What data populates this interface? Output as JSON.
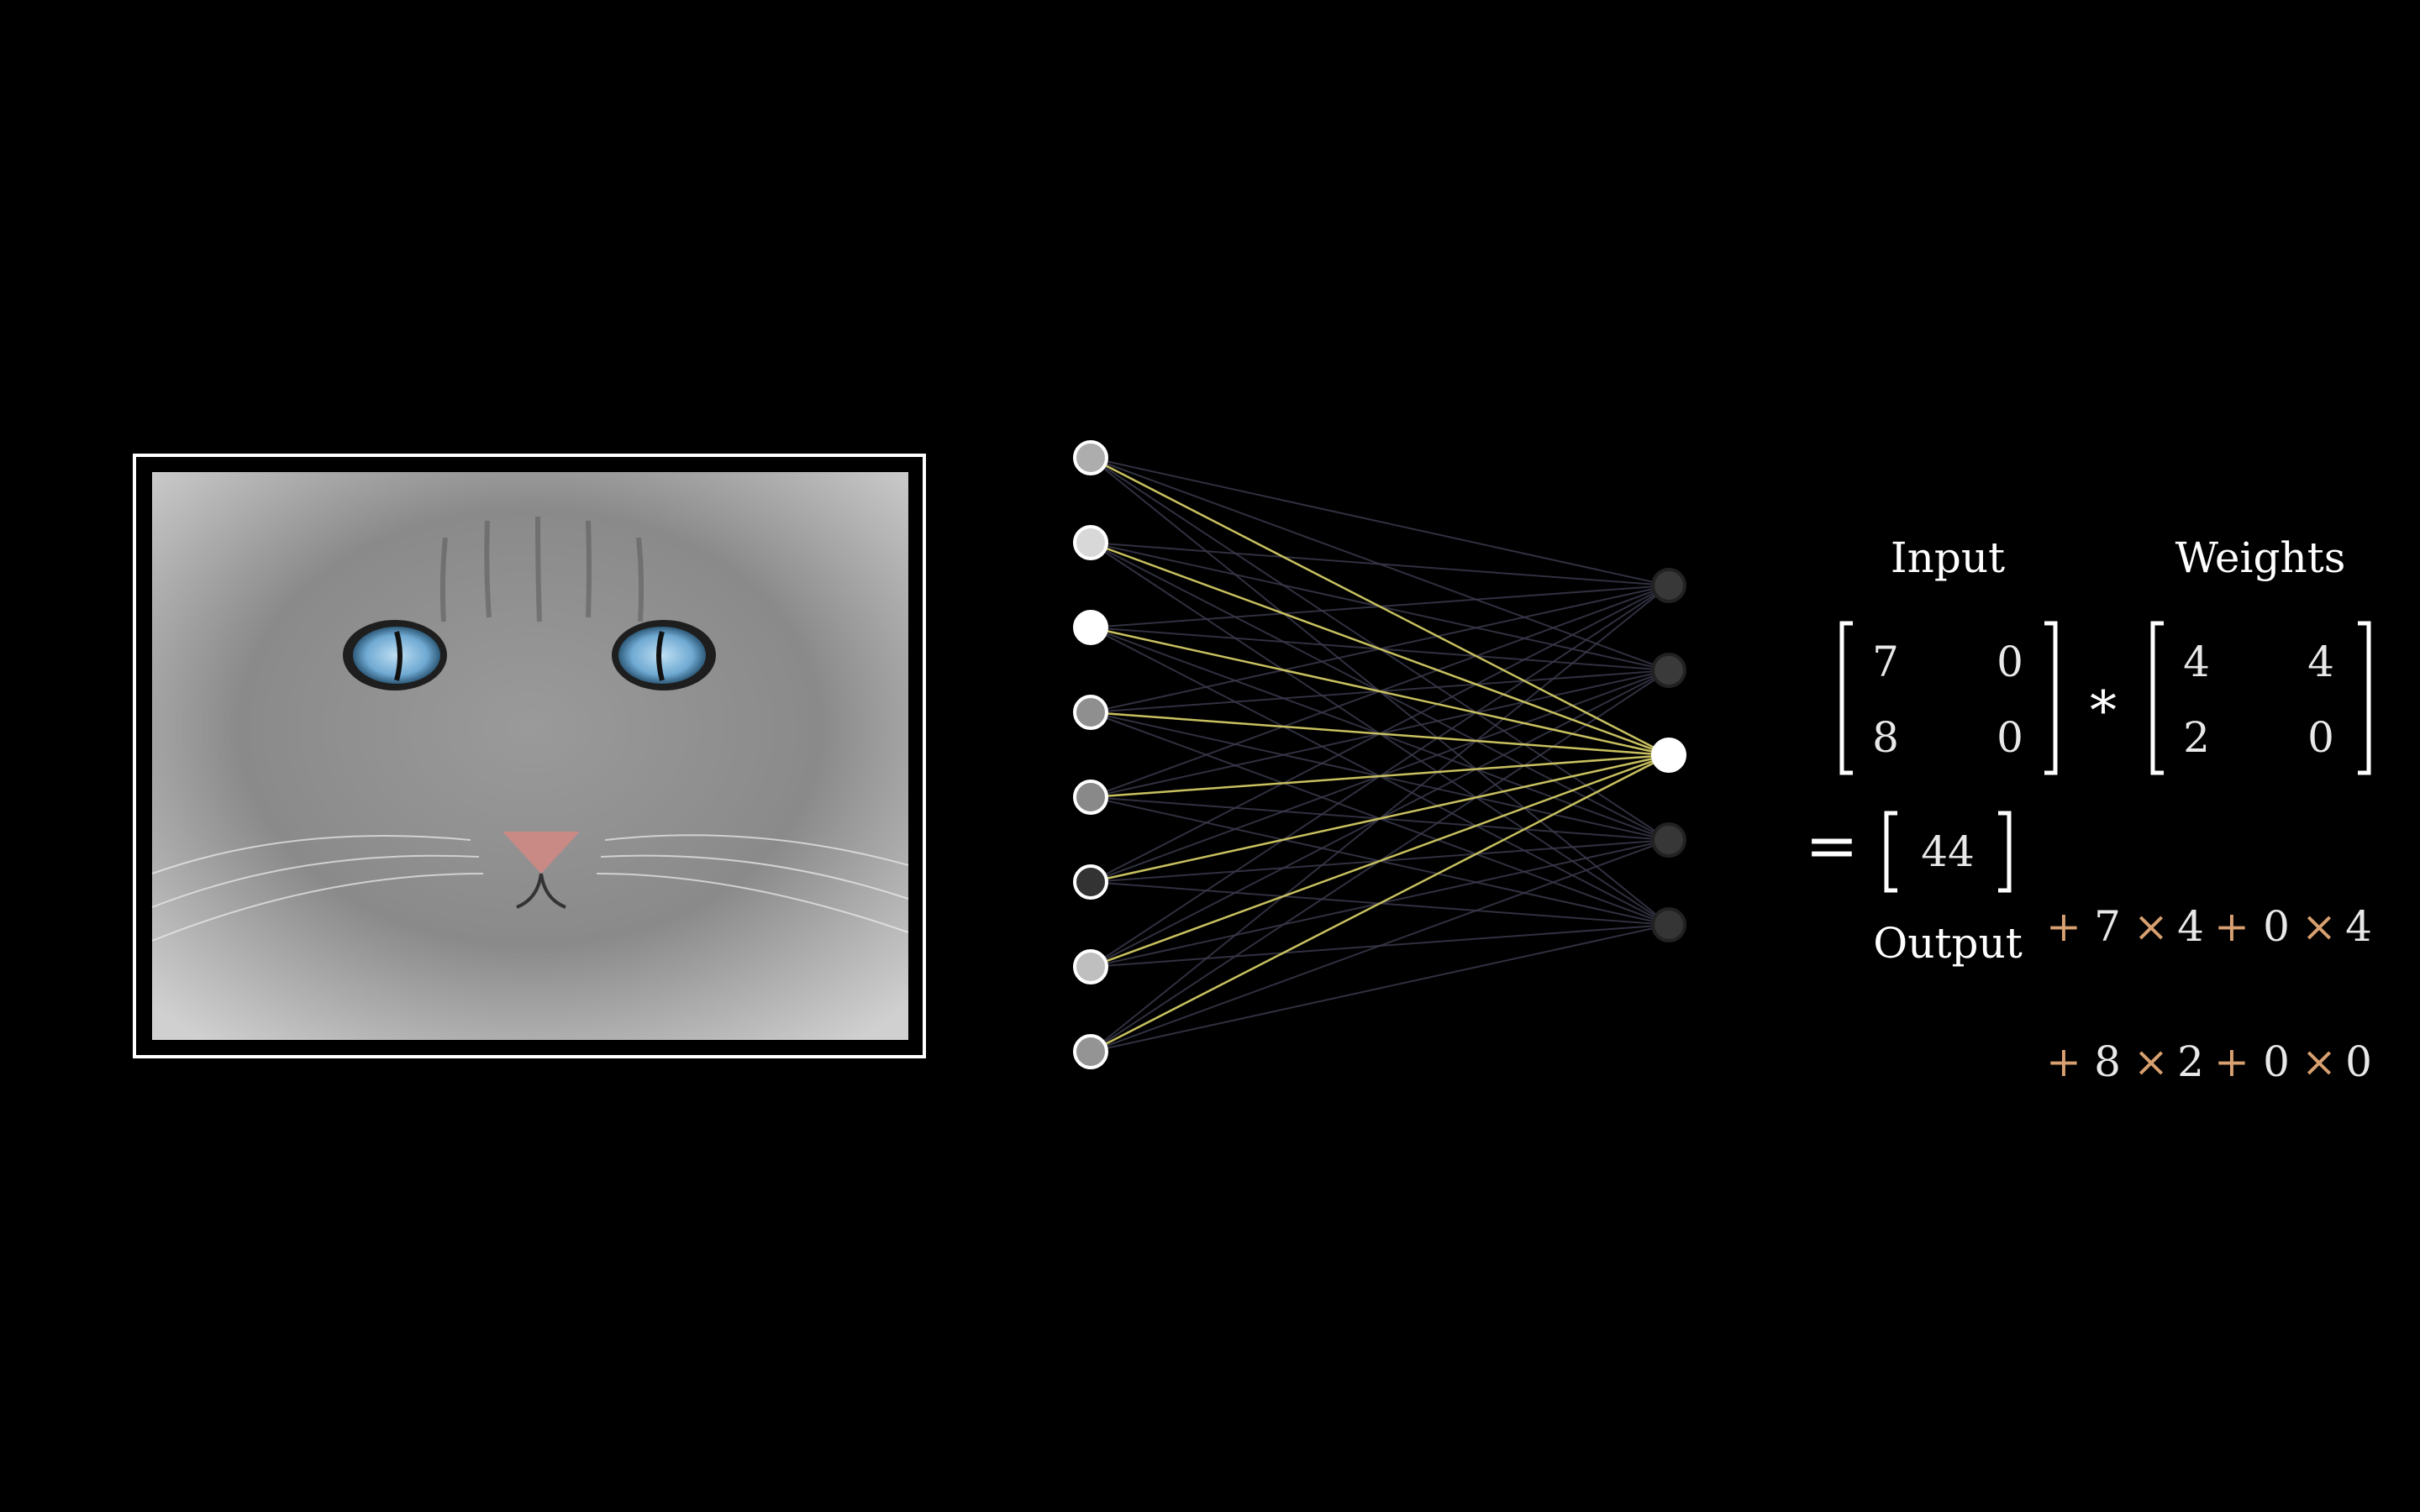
{
  "input_layer": {
    "activations": [
      0.62,
      0.82,
      1.0,
      0.48,
      0.45,
      0.05,
      0.7,
      0.5
    ]
  },
  "output_layer": {
    "activations": [
      0.25,
      0.28,
      1.0,
      0.24,
      0.2
    ],
    "active_index": 2
  },
  "highlighted_sources": [
    0,
    1,
    2,
    3,
    4,
    5,
    6,
    7
  ],
  "labels": {
    "input": "Input",
    "weights": "Weights",
    "output": "Output"
  },
  "input_matrix": [
    [
      "7",
      "0"
    ],
    [
      "8",
      "0"
    ]
  ],
  "weight_matrix": [
    [
      "4",
      "4"
    ],
    [
      "2",
      "0"
    ]
  ],
  "convolution_operator": "*",
  "equals": "=",
  "output_value": "44",
  "terms_row1": [
    {
      "op": "+",
      "a": "7",
      "times": "×",
      "b": "4"
    },
    {
      "op": "+",
      "a": "0",
      "times": "×",
      "b": "4"
    }
  ],
  "terms_row2": [
    {
      "op": "+",
      "a": "8",
      "times": "×",
      "b": "2"
    },
    {
      "op": "+",
      "a": "0",
      "times": "×",
      "b": "0"
    }
  ],
  "colors": {
    "background": "#000000",
    "highlight_edge": "#c8c060",
    "dim_edge": "#3c3c50",
    "accent_operator": "#d8a070"
  }
}
